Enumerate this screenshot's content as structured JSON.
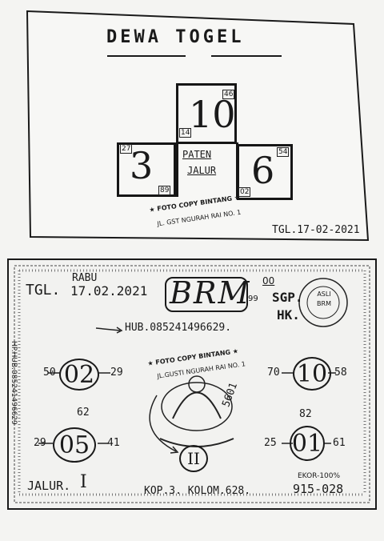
{
  "top_card": {
    "title": "DEWA TOGEL",
    "center_number": "10",
    "center_badge": "46",
    "left_number": "3",
    "left_badge_top": "27",
    "left_badge_bottom": "89",
    "right_number": "6",
    "right_badge_top": "54",
    "right_badge_bottom": "02",
    "corner_badge": "14",
    "label_line1": "PATEN",
    "label_line2": "JALUR",
    "stamp_line1": "FOTO COPY BINTANG",
    "stamp_line2": "JL. GST NGURAH RAI NO. 1",
    "date": "TGL.17-02-2021"
  },
  "bottom_card": {
    "tgl_label": "TGL.",
    "day": "RABU",
    "date": "17.02.2021",
    "brand": "BRM",
    "brand_sub": "99",
    "brand_super": "00",
    "market1": "SGP.",
    "market2": "HK.",
    "seal_text": "ASLI BRM",
    "hub_text": "HUB.085241496629.",
    "side_text": "HP.HUB.085241496629",
    "stamp_line1": "FOTO COPY BINTANG",
    "stamp_line2": "JL.GUSTI NGURAH RAI NO. 1",
    "circles": [
      {
        "value": "02",
        "left": "50",
        "right": "29",
        "below": "62"
      },
      {
        "value": "10",
        "left": "70",
        "right": "58",
        "below": "82"
      },
      {
        "value": "05",
        "left": "29",
        "right": "41",
        "below": ""
      },
      {
        "value": "01",
        "left": "25",
        "right": "61",
        "below": ""
      }
    ],
    "center_circle": "II",
    "arrow_note": "5601",
    "jalur_label": "JALUR.",
    "jalur_value": "I",
    "kop_text": "KOP.3. KOLOM.628.",
    "ekor_label": "EKOR-100%",
    "ekor_value": "915-028"
  }
}
